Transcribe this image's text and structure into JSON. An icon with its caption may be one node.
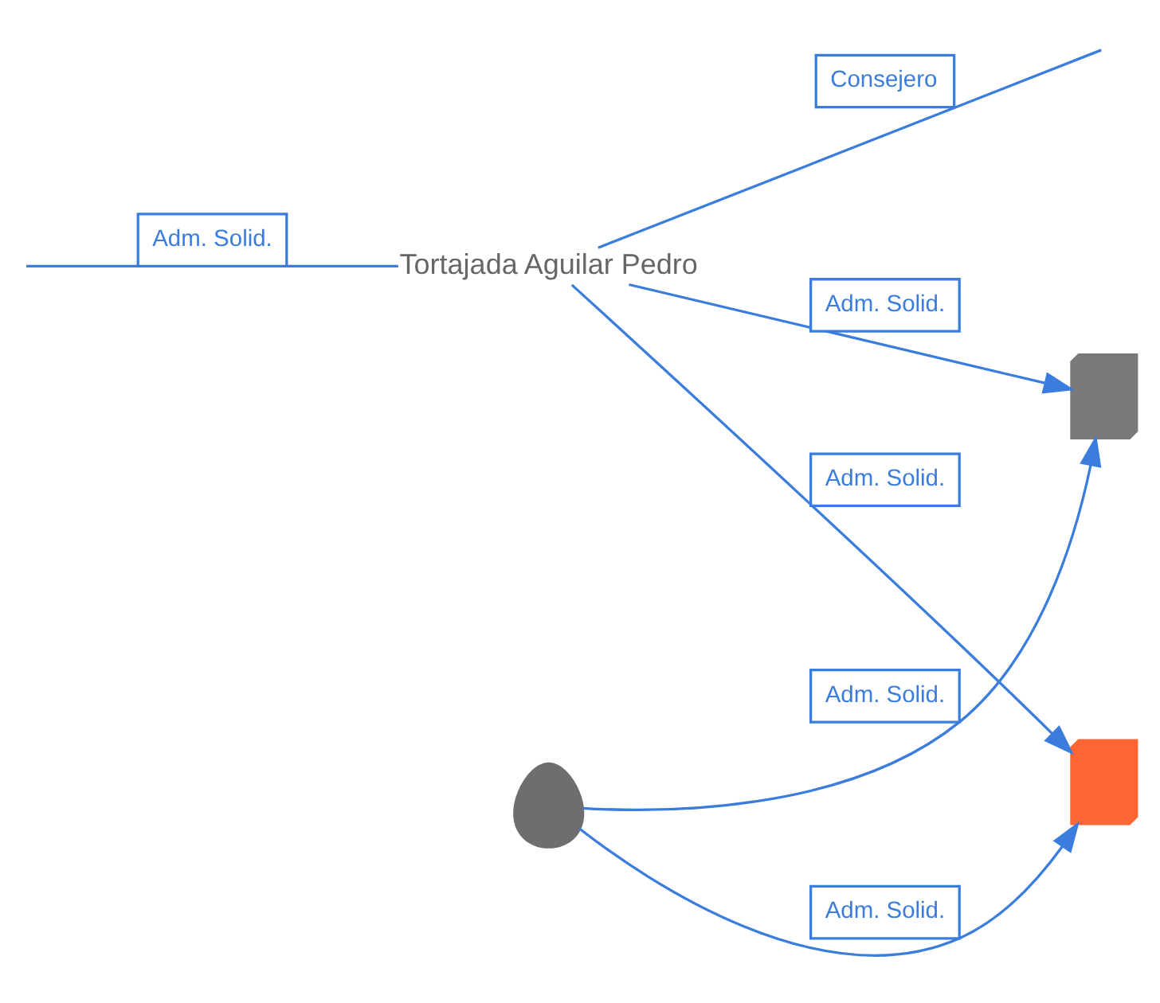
{
  "diagram": {
    "nodes": [
      {
        "text": [
          "Tortajada Aguilar Pedro"
        ]
      },
      {
        "text": [],
        "shape": "building"
      },
      {
        "text": [],
        "shape": "building"
      },
      {
        "text": [],
        "shape": "person"
      }
    ],
    "edges": [
      {
        "from": 0,
        "to": null,
        "arrow": "none",
        "label": "Consejero"
      },
      {
        "from": 0,
        "to": null,
        "arrow": "none",
        "label": "Adm. Solid."
      },
      {
        "from": 0,
        "to": 1,
        "arrow": "to",
        "label": "Adm. Solid."
      },
      {
        "from": 0,
        "to": 2,
        "arrow": "to",
        "label": "Adm. Solid."
      },
      {
        "from": 3,
        "to": 1,
        "arrow": "to",
        "label": "Adm. Solid."
      },
      {
        "from": 3,
        "to": 2,
        "arrow": "to",
        "label": "Adm. Solid."
      }
    ]
  }
}
